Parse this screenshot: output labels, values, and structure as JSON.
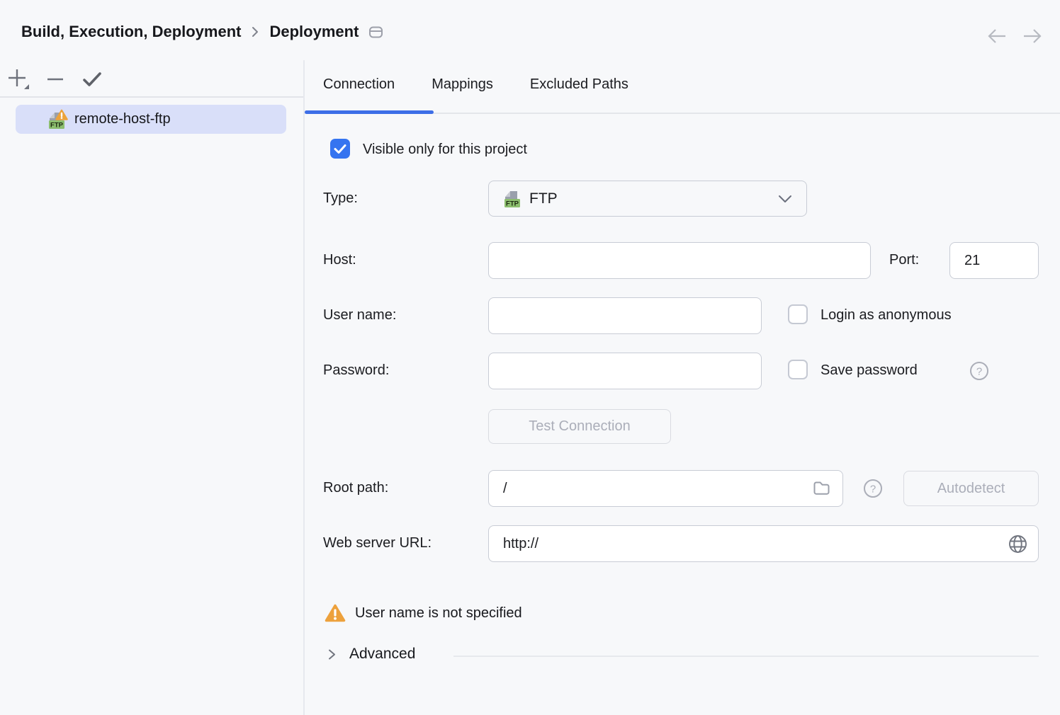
{
  "header": {
    "breadcrumb_parent": "Build, Execution, Deployment",
    "breadcrumb_current": "Deployment"
  },
  "sidebar": {
    "selected_item": {
      "label": "remote-host-ftp",
      "icon": "ftp-server-warning",
      "badge": "FTP"
    }
  },
  "tabs": {
    "items": [
      {
        "label": "Connection"
      },
      {
        "label": "Mappings"
      },
      {
        "label": "Excluded Paths"
      }
    ],
    "active": "Connection"
  },
  "form": {
    "visible_only": {
      "label": "Visible only for this project",
      "checked": true
    },
    "type": {
      "label": "Type:",
      "value": "FTP",
      "badge": "FTP"
    },
    "host": {
      "label": "Host:",
      "value": ""
    },
    "port": {
      "label": "Port:",
      "value": "21"
    },
    "user_name": {
      "label": "User name:",
      "value": ""
    },
    "login_anonymous": {
      "label": "Login as anonymous",
      "checked": false
    },
    "password": {
      "label": "Password:",
      "value": ""
    },
    "save_password": {
      "label": "Save password",
      "checked": false
    },
    "test_connection": {
      "label": "Test Connection",
      "enabled": false
    },
    "root_path": {
      "label": "Root path:",
      "value": "/"
    },
    "autodetect": {
      "label": "Autodetect",
      "enabled": false
    },
    "web_server_url": {
      "label": "Web server URL:",
      "value": "http://"
    },
    "warning": {
      "text": "User name is not specified"
    },
    "advanced": {
      "label": "Advanced"
    }
  },
  "colors": {
    "accent_blue": "#3574F0",
    "selected_item_bg": "#D9DFF9",
    "warning_orange": "#EDA13C",
    "ftp_badge_green": "#8CBE6E",
    "background": "#F7F8FA"
  }
}
